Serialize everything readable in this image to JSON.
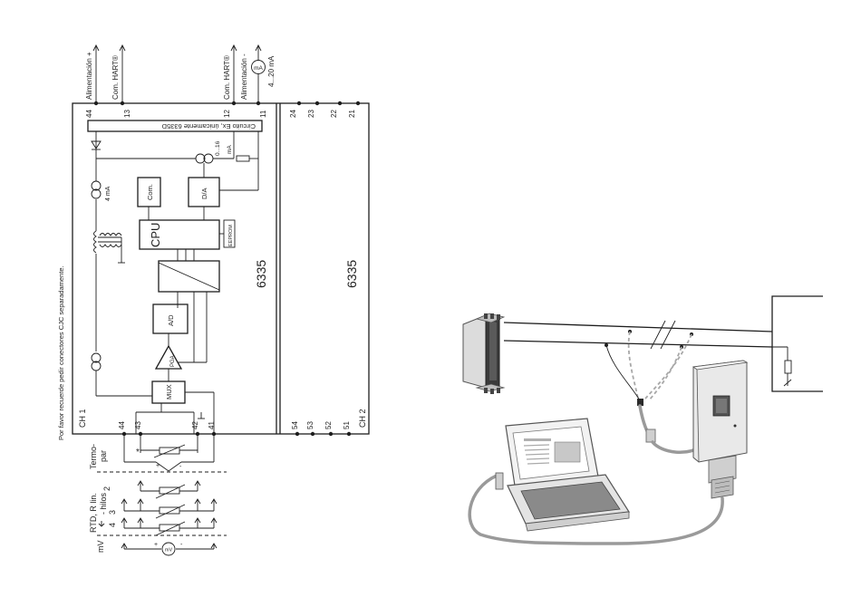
{
  "diagram": {
    "top_terminals": {
      "t44": "44",
      "t13": "13",
      "t12": "12",
      "t11": "11",
      "t24": "24",
      "t23": "23",
      "t22": "22",
      "t21": "21"
    },
    "bottom_terminals": {
      "t44": "44",
      "t43": "43",
      "t42": "42",
      "t41": "41",
      "t54": "54",
      "t53": "53",
      "t52": "52",
      "t51": "51"
    },
    "channels": {
      "ch1": "CH 1",
      "ch2": "CH 2"
    },
    "labels": {
      "supply_plus": "Alimentación +",
      "hart_13": "Com. HART®",
      "hart_12": "Com. HART®",
      "supply_minus": "Alimentación -",
      "ma_symbol": "mA",
      "loop_range": "4...20 mA",
      "ex_circuit": "Circuito Ex, únicamente 6335D",
      "range_0_16": "0...16",
      "ma_unit": "mA",
      "current_4ma": "4 mA",
      "com_block": "Com.",
      "da_block": "D/A",
      "cpu_block": "CPU",
      "eeprom_block": "EEPROM",
      "ad_block": "A/D",
      "pga_block": "PGA",
      "mux_block": "MUX",
      "model_ch1": "6335",
      "model_ch2": "6335",
      "cjc_note": "Por favor recuerde pedir conectores CJC separadamente.",
      "cjc_asterisk": "*",
      "thermo_line1": "Termo-",
      "thermo_line2": "par",
      "rtd_line1": "RTD, R lin.",
      "rtd_line2": "- hilos",
      "wire_2": "2",
      "wire_3": "3",
      "wire_4": "4",
      "mv_label": "mV",
      "mv_symbol": "mV",
      "plus": "+",
      "minus": "-"
    }
  },
  "colors": {
    "line": "#1e1e1e",
    "cable": "#9a9a9a",
    "module_dark": "#3a3a3a",
    "box_fill": "#ffffff"
  }
}
